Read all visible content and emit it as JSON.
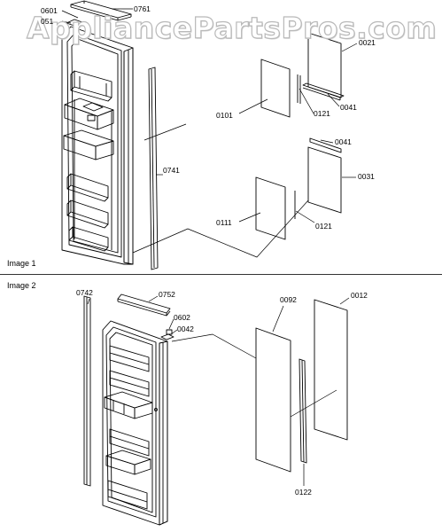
{
  "watermark": "AppliancePartsPros.com",
  "sections": [
    {
      "label": "Image 1",
      "callouts": {
        "p0601": "0601",
        "p0761": "0761",
        "p051": "051",
        "p0021": "0021",
        "p0101": "0101",
        "p0121a": "0121",
        "p0041a": "0041",
        "p0741": "0741",
        "p0041b": "0041",
        "p0031": "0031",
        "p0111": "0111",
        "p0121b": "0121"
      }
    },
    {
      "label": "Image 2",
      "callouts": {
        "p0742": "0742",
        "p0752": "0752",
        "p0602": "0602",
        "p0042": "0042",
        "p0092": "0092",
        "p0012": "0012",
        "p0122": "0122"
      }
    }
  ]
}
